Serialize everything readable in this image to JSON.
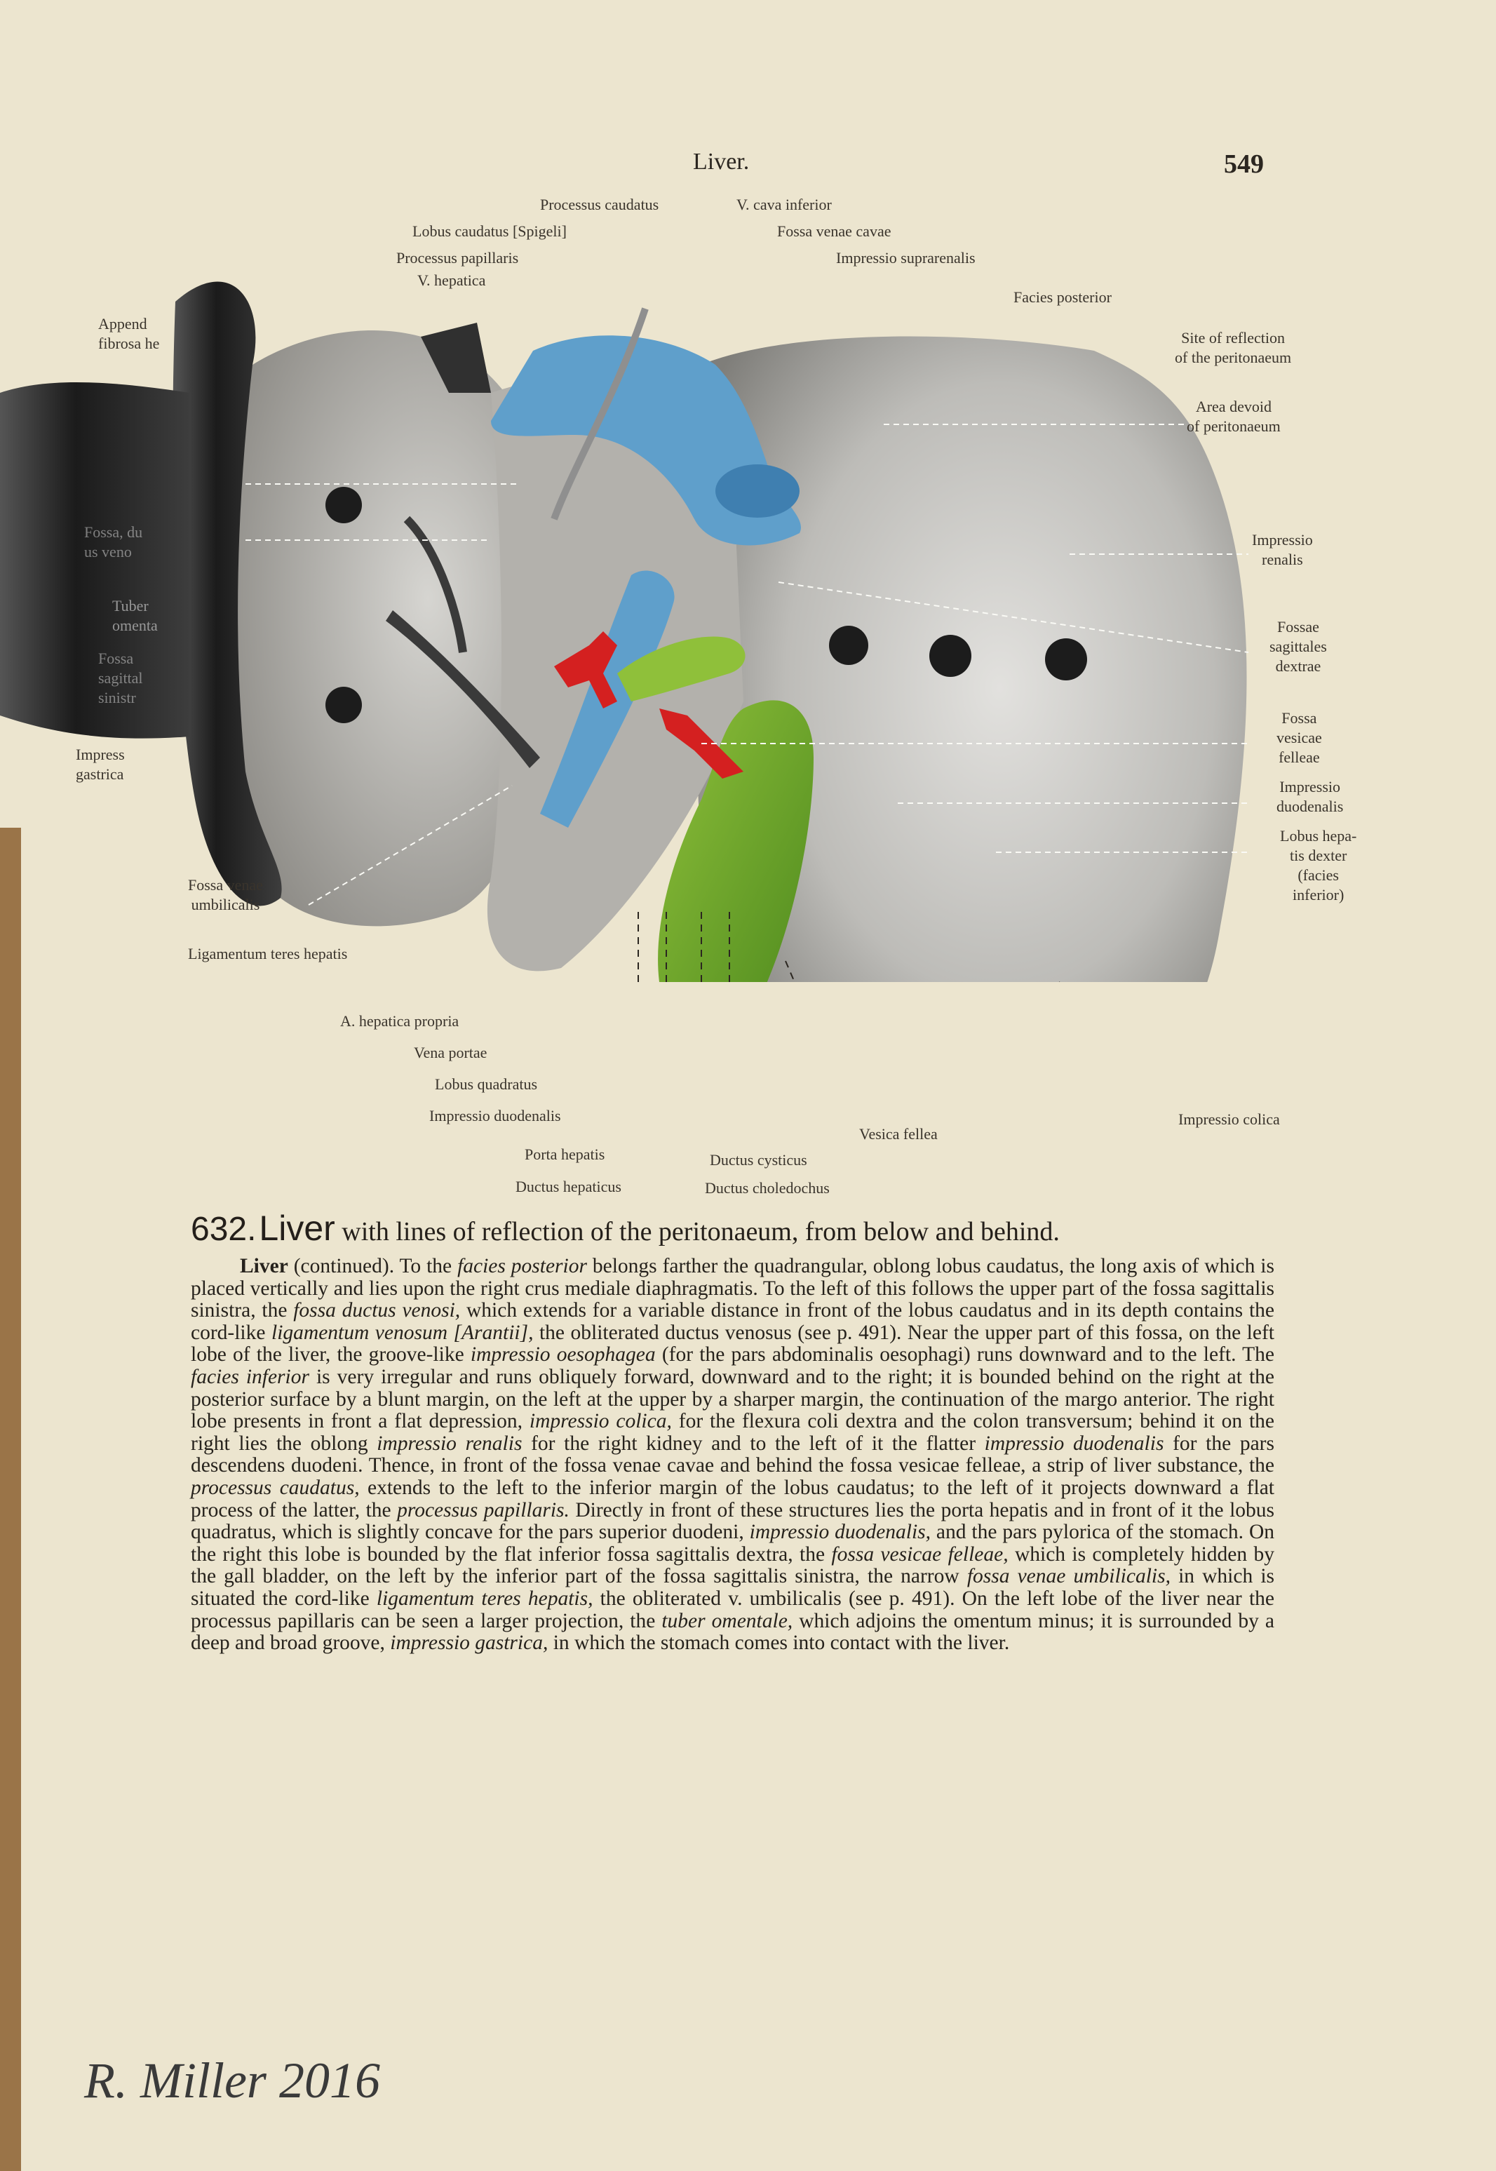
{
  "running_head": {
    "title": "Liver.",
    "page_number": "549"
  },
  "figure": {
    "labels": {
      "proc_caudatus": "Processus caudatus",
      "v_cava": "V. cava inferior",
      "lobus_caudatus": "Lobus caudatus [Spigeli]",
      "fossa_venae_cavae": "Fossa venae cavae",
      "proc_papillaris": "Processus papillaris",
      "impressio_suprarenalis": "Impressio suprarenalis",
      "v_hepatica": "V. hepatica",
      "facies_posterior": "Facies posterior",
      "appendix": "Append\nfibrosa he",
      "site_reflection": "Site of reflection\nof the peritonaeum",
      "area_devoid": "Area devoid\nof peritonaeum",
      "impressio_renalis": "Impressio\nrenalis",
      "fossae_sagittales": "Fossae\nsagittales\ndextrae",
      "fossa_vesicae": "Fossa\nvesicae\nfelleae",
      "impressio_duodenalis_r": "Impressio\nduodenalis",
      "lobus_dexter": "Lobus hepa-\ntis dexter\n(facies\ninferior)",
      "impress_gastrica": "Impress\ngastrica",
      "fossa_venae_umb": "Fossa venae\numbilicalis",
      "lig_teres": "Ligamentum teres hepatis",
      "a_hepatica": "A. hepatica propria",
      "vena_portae": "Vena portae",
      "lobus_quadratus": "Lobus quadratus",
      "impressio_duodenalis": "Impressio duodenalis",
      "porta_hepatis": "Porta hepatis",
      "ductus_hepaticus": "Ductus hepaticus",
      "vesica_fellea": "Vesica fellea",
      "impressio_colica": "Impressio colica",
      "ductus_cysticus": "Ductus cysticus",
      "ductus_choledochus": "Ductus choledochus",
      "tuber_omentale_partial": "Tuber\nomenta",
      "left_partial_1": "Fossa, du\nus veno",
      "left_partial_2": "Fossa\nsagittal\nsinistr"
    }
  },
  "caption": {
    "number": "632.",
    "main": "Liver",
    "rest": " with lines of reflection of the peritonaeum, from below and behind."
  },
  "body": [
    {
      "t": "Liver",
      "s": "b"
    },
    {
      "t": " (continued). To the "
    },
    {
      "t": "facies posterior",
      "s": "i"
    },
    {
      "t": " belongs farther the quadrangular, oblong lobus caudatus, the long axis of which is placed vertically and lies upon the right crus mediale diaphragmatis. To the left of this follows the upper part of the fossa sagittalis sinistra, the "
    },
    {
      "t": "fossa ductus venosi,",
      "s": "i"
    },
    {
      "t": " which extends for a variable distance in front of the lobus caudatus and in its depth contains the cord-like "
    },
    {
      "t": "ligamentum venosum [Arantii],",
      "s": "i"
    },
    {
      "t": " the obliterated ductus venosus (see p. 491). Near the upper part of this fossa, on the left lobe of the liver, the groove-like "
    },
    {
      "t": "impressio oesophagea",
      "s": "i"
    },
    {
      "t": " (for the pars abdominalis oesophagi) runs downward and to the left. The "
    },
    {
      "t": "facies inferior",
      "s": "i"
    },
    {
      "t": " is very irregular and runs obliquely forward, downward and to the right; it is bounded behind on the right at the posterior surface by a blunt margin, on the left at the upper by a sharper margin, the continuation of the margo anterior. The right lobe presents in front a flat depression, "
    },
    {
      "t": "impressio colica,",
      "s": "i"
    },
    {
      "t": " for the flexura coli dextra and the colon transversum; behind it on the right lies the oblong "
    },
    {
      "t": "impressio renalis",
      "s": "i"
    },
    {
      "t": " for the right kidney and to the left of it the flatter "
    },
    {
      "t": "impressio duodenalis",
      "s": "i"
    },
    {
      "t": " for the pars descendens duodeni. Thence, in front of the fossa venae cavae and behind the fossa vesicae felleae, a strip of liver substance, the "
    },
    {
      "t": "processus caudatus,",
      "s": "i"
    },
    {
      "t": " extends to the left to the inferior margin of the lobus caudatus; to the left of it projects downward a flat process of the latter, the "
    },
    {
      "t": "processus papillaris.",
      "s": "i"
    },
    {
      "t": " Directly in front of these structures lies the porta hepatis and in front of it the lobus quadratus, which is slightly concave for the pars superior duodeni, "
    },
    {
      "t": "impressio duodenalis,",
      "s": "i"
    },
    {
      "t": " and the pars pylorica of the stomach. On the right this lobe is bounded by the flat inferior fossa sagittalis dextra, the "
    },
    {
      "t": "fossa vesicae felleae,",
      "s": "i"
    },
    {
      "t": " which is completely hidden by the gall bladder, on the left by the inferior part of the fossa sagittalis sinistra, the narrow "
    },
    {
      "t": "fossa venae umbilicalis,",
      "s": "i"
    },
    {
      "t": " in which is situated the cord-like "
    },
    {
      "t": "ligamentum teres hepatis,",
      "s": "i"
    },
    {
      "t": " the obliterated v. umbilicalis (see p. 491). On the left lobe of the liver near the processus papillaris can be seen a larger projection, the "
    },
    {
      "t": "tuber omentale,",
      "s": "i"
    },
    {
      "t": " which adjoins the omentum minus; it is surrounded by a deep and broad groove, "
    },
    {
      "t": "impressio gastrica,",
      "s": "i"
    },
    {
      "t": " in which the stomach comes into contact with the liver."
    }
  ],
  "signature": "R. Miller 2016",
  "colors": {
    "paper": "#ece5cf",
    "liver": "#c9c7c2",
    "vein_blue": "#5f9fcb",
    "artery_red": "#d42020",
    "gall_green": "#7fb12d",
    "hat_black": "#262626"
  }
}
